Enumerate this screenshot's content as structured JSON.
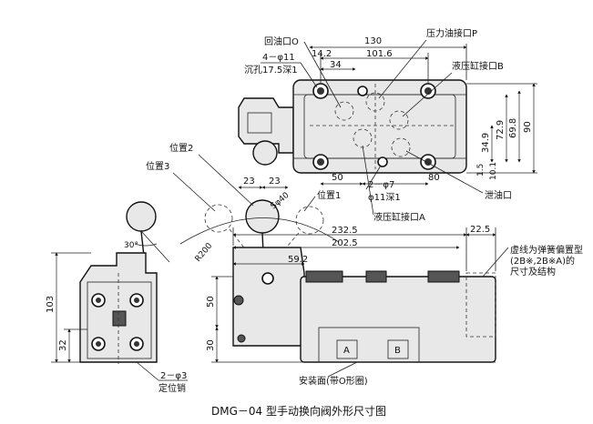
{
  "top_view": {
    "label_return_port": "回油口O",
    "label_pressure_port": "压力油接口P",
    "label_port_b": "液压缸接口B",
    "label_drain": "泄油口",
    "label_port_a": "液压缸接口A",
    "label_holes_4": "4－φ11",
    "label_counterbore": "沉孔17.5深1",
    "label_holes_2": "2－φ7",
    "label_hole_depth": "φ11深1",
    "dim_130": "130",
    "dim_14_2": "14.2",
    "dim_101_6": "101.6",
    "dim_34": "34",
    "dim_50": "50",
    "dim_34_9": "34.9",
    "dim_72_9": "72.9",
    "dim_69_8": "69.8",
    "dim_90": "90",
    "dim_1_5": "1.5",
    "dim_10_1": "10.1",
    "dim_80": "80"
  },
  "handle_view": {
    "label_pos2": "位置2",
    "label_pos3": "位置3",
    "label_pos1": "位置1",
    "dim_23a": "23",
    "dim_23b": "23",
    "dim_sphere": "Sφ40",
    "dim_r200": "R200"
  },
  "front_view": {
    "dim_232_5": "232.5",
    "dim_202_5": "202.5",
    "dim_22_5": "22.5",
    "dim_59_2": "59.2",
    "dim_50": "50",
    "dim_30": "30",
    "mark_a": "A",
    "mark_b": "B",
    "note_line1": "虚线为弹簧偏置型",
    "note_line2": "(2B※,2B※A)的",
    "note_line3": "尺寸及结构",
    "label_mount_face": "安装面(带O形圈)"
  },
  "side_view": {
    "dim_30deg": "30°",
    "dim_103": "103",
    "dim_32": "32",
    "label_pins": "2－φ3",
    "label_locating_pin": "定位销"
  },
  "caption": "DMG－04 型手动换向阀外形尺寸图"
}
